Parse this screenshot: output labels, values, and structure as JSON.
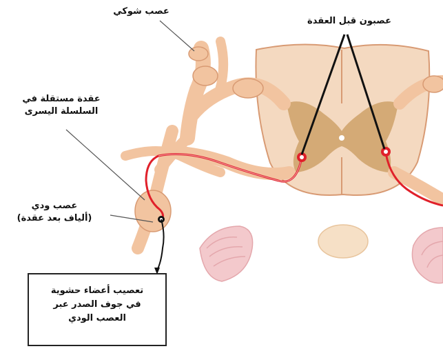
{
  "labels": {
    "spinal_nerve": "عصب شوكي",
    "preganglionic_neurons": "عصبون قبل العقدة",
    "ganglion_line1": "عقدة مستقلة في",
    "ganglion_line2": "السلسلة اليسرى",
    "cardiac_line1": "عصب ودي",
    "cardiac_line2": "(ألياف بعد عقدة)"
  },
  "box": {
    "line1": "تعصيب أعضاء حشوية",
    "line2": "في جوف الصدر عبر",
    "line3": "العصب الودي"
  },
  "colors": {
    "nerve_tissue": "#f2c4a0",
    "nerve_outline": "#d89a73",
    "gray_matter": "#c99a5e",
    "white_matter": "#f4d9c0",
    "fiber_red": "#e0202a",
    "organ_pink": "#f3c9cc"
  }
}
